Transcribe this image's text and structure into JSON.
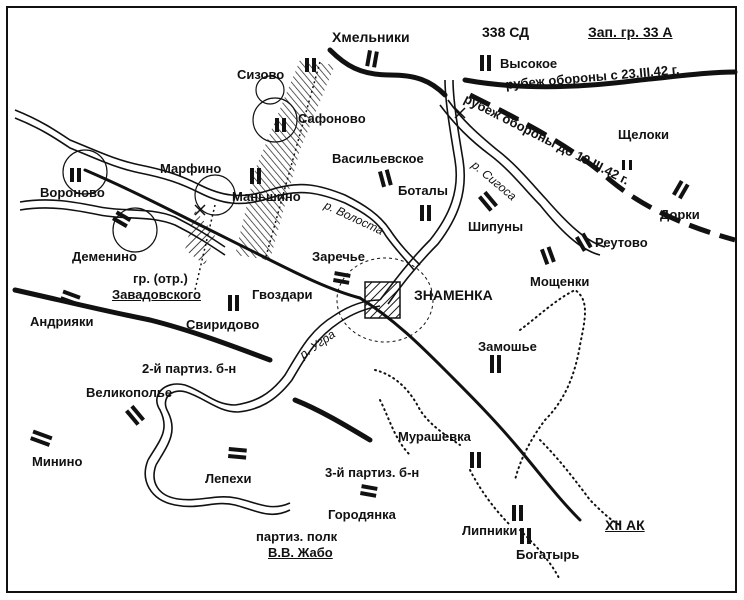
{
  "map": {
    "labels": {
      "khmelniki": "Хмельники",
      "sd338": "338 СД",
      "zap_gr": "Зап. гр. 33 А",
      "sizovo": "Сизово",
      "vysokoe": "Высокое",
      "rubezh1": "рубеж обороны с 23.III.42 г.",
      "rubezh2": "рубеж обороны до 19.III.42 г.",
      "safonovo": "Сафоновo",
      "shcheloki": "Щелоки",
      "vasilevskoe": "Васильевское",
      "marfino": "Марфино",
      "manshino": "Маньшино",
      "vorонovo": "Вороново",
      "botaly": "Боталы",
      "r_sigosa": "р. Сигоса",
      "dorki": "Дорки",
      "r_volosta": "р. Волоста",
      "shipuny": "Шипуны",
      "reutovo": "Реутово",
      "demenino": "Деменино",
      "zareche": "Заречье",
      "gr_otr": "гр. (отр.)",
      "zavadovskogo": "Завадовского",
      "gvozdari": "Гвоздари",
      "znamenka": "ЗНАМЕНКА",
      "moshchenki": "Мощенки",
      "andriyaki": "Андрияки",
      "sviridovo": "Свиридово",
      "r_ugra": "р. Угра",
      "zamoshe": "Замошье",
      "partiz2": "2-й партиз. б-н",
      "velikopole": "Великополье",
      "murashevka": "Мурашевка",
      "minino": "Минино",
      "lepekhi": "Лепехи",
      "partiz3": "3-й партиз. б-н",
      "gorodyanka": "Городянка",
      "lipniki": "Липники",
      "xii_ak": "XII АК",
      "partiz_polk": "партиз. полк",
      "zhabo": "В.В. Жабо",
      "bogatyr": "Богатырь"
    }
  }
}
